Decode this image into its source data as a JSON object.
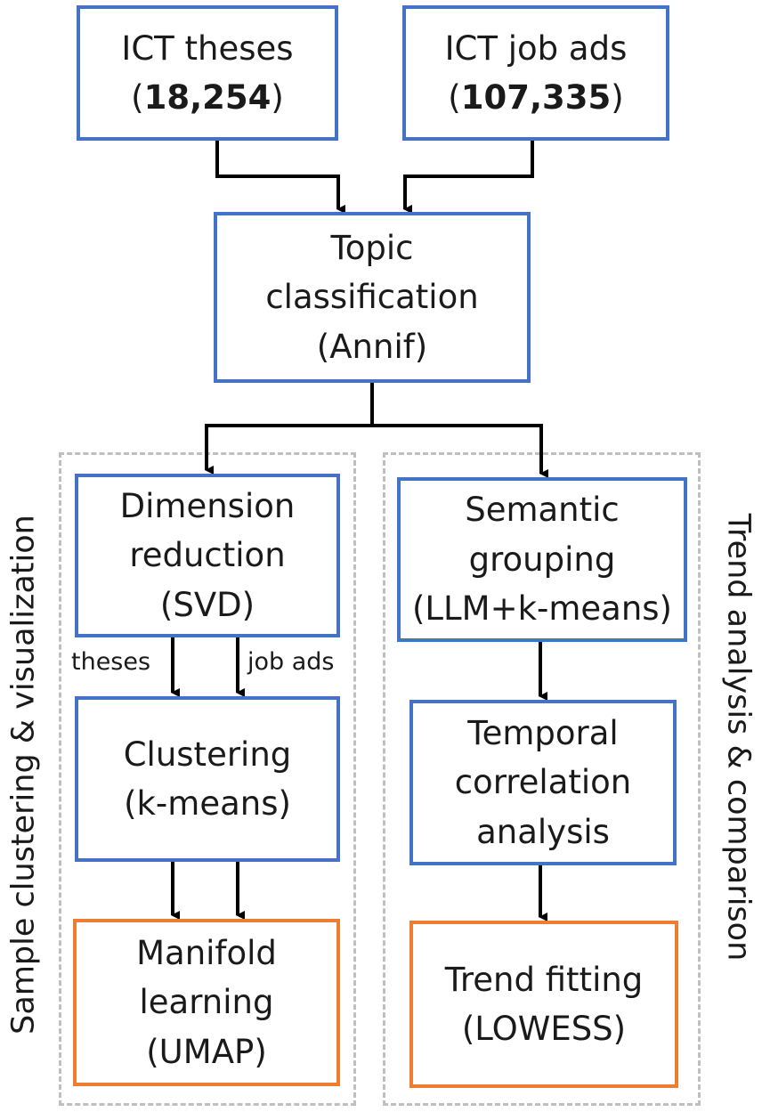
{
  "boxes": {
    "theses": {
      "title": "ICT theses",
      "count_open": "(",
      "count": "18,254",
      "count_close": ")"
    },
    "jobads": {
      "title": "ICT job ads",
      "count_open": "(",
      "count": "107,335",
      "count_close": ")"
    },
    "topic": {
      "line1": "Topic",
      "line2": "classification",
      "line3": "(Annif)"
    },
    "dimension": {
      "line1": "Dimension",
      "line2": "reduction",
      "line3": "(SVD)"
    },
    "clustering": {
      "line1": "Clustering",
      "line2": "(k-means)"
    },
    "manifold": {
      "line1": "Manifold",
      "line2": "learning",
      "line3": "(UMAP)"
    },
    "semantic": {
      "line1": "Semantic",
      "line2": "grouping",
      "line3": "(LLM+k-means)"
    },
    "temporal": {
      "line1": "Temporal",
      "line2": "correlation",
      "line3": "analysis"
    },
    "trend": {
      "line1": "Trend fitting",
      "line2": "(LOWESS)"
    }
  },
  "edge_labels": {
    "theses": "theses",
    "jobads": "job ads"
  },
  "groups": {
    "left": "Sample clustering & visualization",
    "right": "Trend analysis & comparison"
  },
  "colors": {
    "process_border": "#4472c4",
    "output_border": "#ed7d31",
    "group_border": "#bfbfbf",
    "arrow": "#000000"
  }
}
